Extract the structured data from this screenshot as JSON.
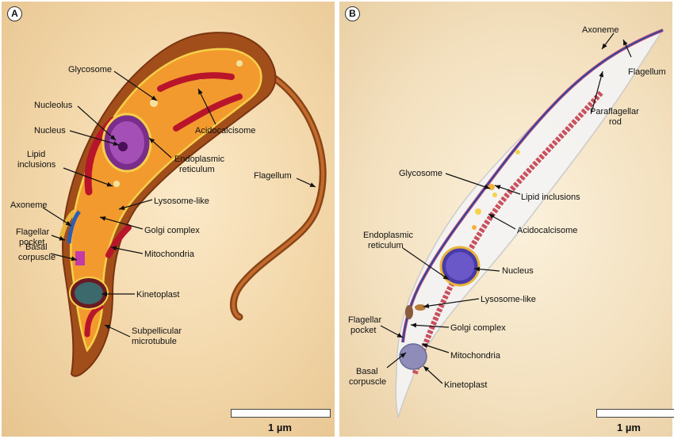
{
  "panel_a": {
    "letter": "A",
    "labels": {
      "glycosome": "Glycosome",
      "nucleolus": "Nucleolus",
      "nucleus": "Nucleus",
      "acidocalcisome": "Acidocalcisome",
      "endoplasmic_reticulum_1": "Endoplasmic",
      "endoplasmic_reticulum_2": "reticulum",
      "lipid_inclusions_1": "Lipid",
      "lipid_inclusions_2": "inclusions",
      "flagellum": "Flagellum",
      "lysosome_like": "Lysosome-like",
      "axoneme": "Axoneme",
      "golgi_complex": "Golgi complex",
      "flagellar_pocket_1": "Flagellar",
      "flagellar_pocket_2": "pocket",
      "mitochondria": "Mitochondria",
      "basal_corpuscle_1": "Basal",
      "basal_corpuscle_2": "corpuscle",
      "kinetoplast": "Kinetoplast",
      "subpellicular_microtubule_1": "Subpellicular",
      "subpellicular_microtubule_2": "microtubule"
    },
    "scale_bar": "1 µm"
  },
  "panel_b": {
    "letter": "B",
    "labels": {
      "axoneme": "Axoneme",
      "flagellum": "Flagellum",
      "paraflagellar_rod_1": "Paraflagellar",
      "paraflagellar_rod_2": "rod",
      "glycosome": "Glycosome",
      "lipid_inclusions": "Lipid inclusions",
      "acidocalcisome": "Acidocalcisome",
      "endoplasmic_reticulum_1": "Endoplasmic",
      "endoplasmic_reticulum_2": "reticulum",
      "nucleus": "Nucleus",
      "lysosome_like": "Lysosome-like",
      "flagellar_pocket_1": "Flagellar",
      "flagellar_pocket_2": "pocket",
      "golgi_complex": "Golgi complex",
      "mitochondria": "Mitochondria",
      "basal_corpuscle_1": "Basal",
      "basal_corpuscle_2": "corpuscle",
      "kinetoplast": "Kinetoplast"
    },
    "scale_bar": "1 µm"
  }
}
